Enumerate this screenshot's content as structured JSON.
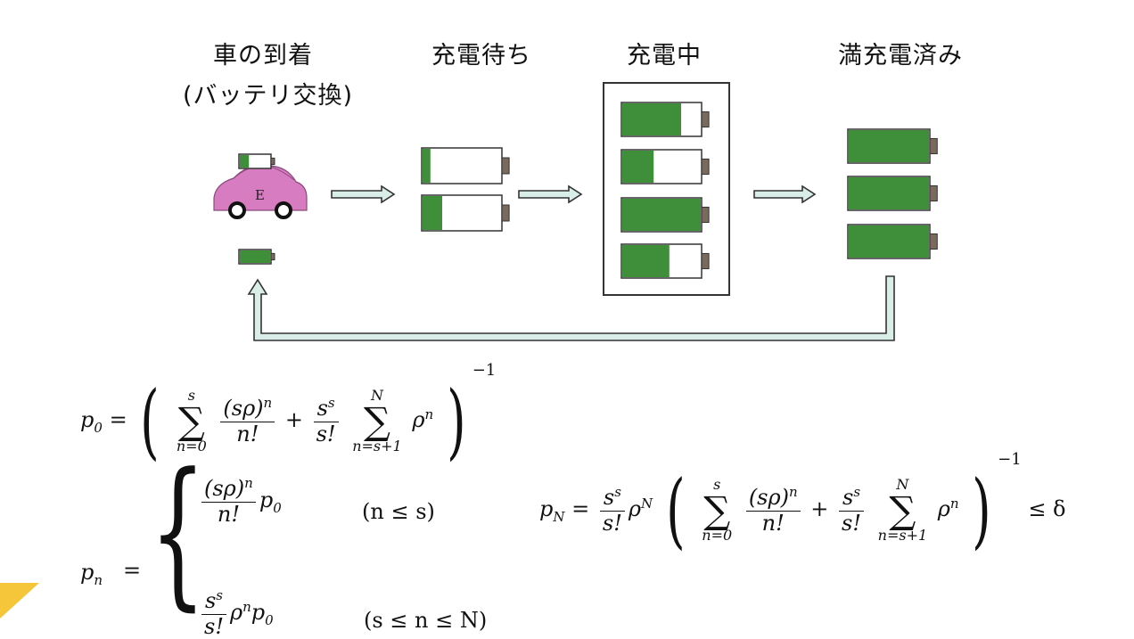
{
  "stages": {
    "arrival_line1": "車の到着",
    "arrival_line2": "(バッテリ交換)",
    "waiting": "充電待ち",
    "charging": "充電中",
    "charged": "満充電済み"
  },
  "car_label": "E",
  "formulas": {
    "p0_lhs": "p",
    "p0_sub": "0",
    "pn_lhs": "p",
    "pn_sub": "n",
    "pN_lhs": "p",
    "pN_sub": "N",
    "cond1": "(n ≤ s)",
    "cond2": "(s ≤ n ≤ N)",
    "inverse_exp": "−1",
    "le_delta": "≤ δ"
  },
  "colors": {
    "battery_fill": "#3f8f3a",
    "battery_outline": "#333333",
    "battery_terminal": "#7a6a5e",
    "arrow_fill": "#d9ede9",
    "car_body": "#d77cc1",
    "deco": "#f5c63a"
  },
  "battery_levels": {
    "car_top": 0.3,
    "car_bottom": 1.0,
    "waiting": [
      0.1,
      0.25
    ],
    "charging": [
      0.75,
      0.4,
      1.0,
      0.6
    ],
    "charged": [
      1.0,
      1.0,
      1.0
    ]
  }
}
